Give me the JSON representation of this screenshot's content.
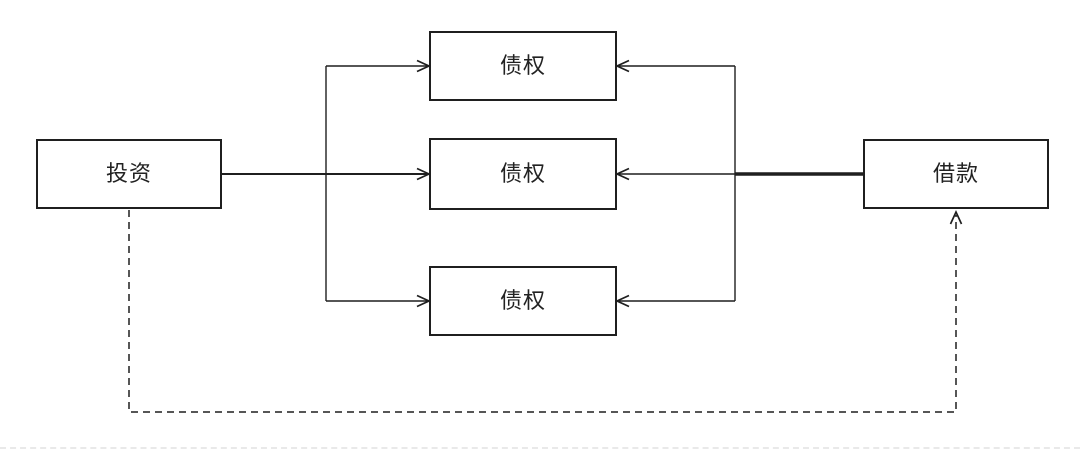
{
  "diagram": {
    "background_color": "#ffffff",
    "line_color": "#1f1f1f",
    "box_fill_color": "#ffffff",
    "text_color": "#222222",
    "nodes": {
      "invest": {
        "label": "投资"
      },
      "claim1": {
        "label": "债权"
      },
      "claim2": {
        "label": "债权"
      },
      "claim3": {
        "label": "债权"
      },
      "loan": {
        "label": "借款"
      }
    },
    "edges": [
      {
        "from": "invest",
        "to": "claim1",
        "style": "solid",
        "arrow": "into-claim1-left"
      },
      {
        "from": "invest",
        "to": "claim2",
        "style": "solid",
        "arrow": "into-claim2-left"
      },
      {
        "from": "invest",
        "to": "claim3",
        "style": "solid",
        "arrow": "into-claim3-left"
      },
      {
        "from": "loan",
        "to": "claim1",
        "style": "solid",
        "arrow": "into-claim1-right"
      },
      {
        "from": "loan",
        "to": "claim2",
        "style": "solid-bold-trunk",
        "arrow": "into-claim2-right"
      },
      {
        "from": "loan",
        "to": "claim3",
        "style": "solid",
        "arrow": "into-claim3-right"
      },
      {
        "from": "invest",
        "to": "loan",
        "style": "dashed",
        "arrow": "into-loan-bottom"
      }
    ]
  }
}
